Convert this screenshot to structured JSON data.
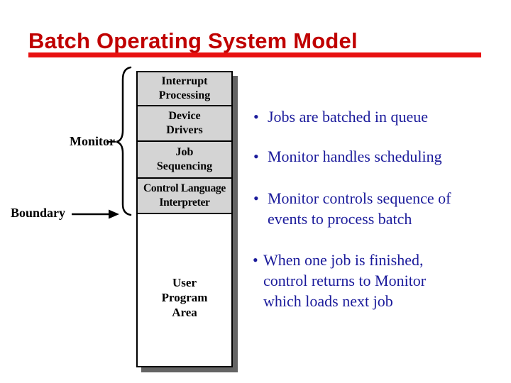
{
  "slide": {
    "title": "Batch Operating System Model"
  },
  "colors": {
    "title_red": "#c00000",
    "rule_red": "#e81111",
    "bullet_navy": "#1b1b9b",
    "box_gray": "#d4d4d4",
    "shadow_gray": "#646464",
    "line_black": "#000000"
  },
  "diagram": {
    "monitor_label": "Monitor",
    "boundary_label": "Boundary",
    "icons": [
      "curly-brace-icon",
      "boundary-arrow-icon",
      "monitor-connector-line"
    ],
    "stack": [
      {
        "id": "interrupt-processing",
        "label": "Interrupt\nProcessing"
      },
      {
        "id": "device-drivers",
        "label": "Device\nDrivers"
      },
      {
        "id": "job-sequencing",
        "label": "Job\nSequencing"
      },
      {
        "id": "control-language-interpreter",
        "label": "Control Language\nInterpreter"
      },
      {
        "id": "user-program-area",
        "label": "User\nProgram\nArea"
      }
    ]
  },
  "bullets": {
    "marker": "•",
    "items": [
      {
        "text": "Jobs are batched in queue"
      },
      {
        "text": "Monitor handles scheduling"
      },
      {
        "text": "Monitor controls sequence of\nevents to process batch"
      },
      {
        "text": "When one job is finished,\ncontrol returns to Monitor\nwhich loads next job"
      }
    ]
  }
}
